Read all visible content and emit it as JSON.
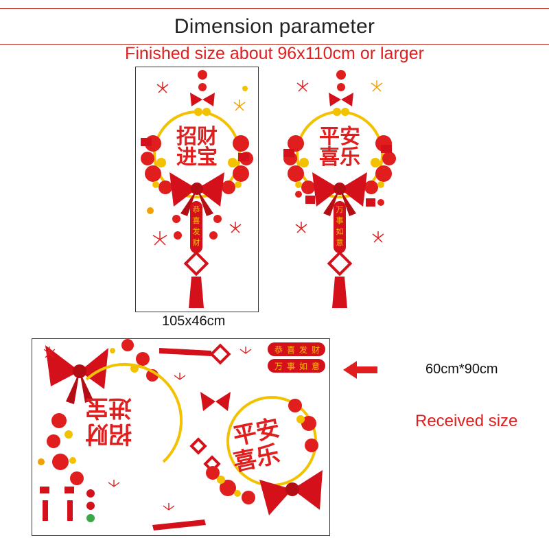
{
  "header": {
    "title": "Dimension parameter",
    "subtitle": "Finished size about 96x110cm or larger"
  },
  "finished": {
    "left_design": {
      "main_text_line1": "招财",
      "main_text_line2": "进宝",
      "tail_text": [
        "恭",
        "喜",
        "发",
        "财"
      ],
      "size_label": "105x46cm"
    },
    "right_design": {
      "main_text_line1": "平安",
      "main_text_line2": "喜乐",
      "tail_text": [
        "万",
        "事",
        "如",
        "意"
      ]
    }
  },
  "received": {
    "sheet_size": "60cm*90cm",
    "label": "Received size",
    "sheet_texts": {
      "phrase_a": [
        "招财",
        "进宝"
      ],
      "phrase_b": [
        "平安",
        "喜乐"
      ],
      "strip_a": [
        "恭",
        "喜",
        "发",
        "财"
      ],
      "strip_b": [
        "万",
        "事",
        "如",
        "意"
      ]
    }
  },
  "colors": {
    "accent_red": "#e01e1e",
    "deep_red": "#c8101a",
    "gold": "#f2c200",
    "line": "#c0392b",
    "border": "#333333"
  },
  "icons": {
    "arrow": "arrow-left-icon"
  }
}
